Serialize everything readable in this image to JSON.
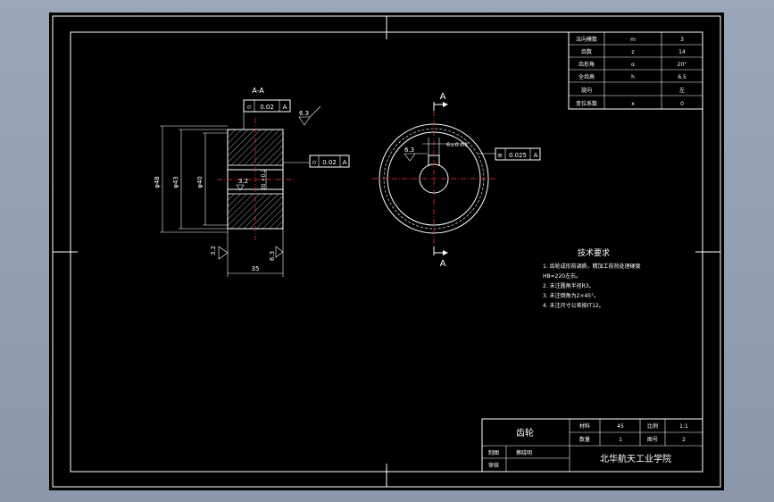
{
  "params_table": [
    {
      "name": "法向模数",
      "symbol": "m",
      "value": "3"
    },
    {
      "name": "齿数",
      "symbol": "z",
      "value": "14"
    },
    {
      "name": "齿形角",
      "symbol": "α",
      "value": "20°"
    },
    {
      "name": "全齿高",
      "symbol": "h",
      "value": "6.5"
    },
    {
      "name": "旋向",
      "symbol": "",
      "value": "左"
    },
    {
      "name": "变位系数",
      "symbol": "x",
      "value": "0"
    }
  ],
  "section_view": {
    "label": "A-A",
    "tol_top": {
      "symbol": "⌭",
      "value": "0.02",
      "datum": "A"
    },
    "tol_mid": {
      "symbol": "⌭",
      "value": "0.02",
      "datum": "A"
    },
    "roughness_top": "6.3",
    "roughness_inner": "3.2",
    "roughness_side": "6.3",
    "roughness_bottom": "3.2",
    "dim_outer": "φ48",
    "dim_root": "φ43",
    "dim_bore": "φ40",
    "dim_key": "20 +0.2",
    "dim_width": "35"
  },
  "front_view": {
    "cut_label_top": "A",
    "cut_label_bottom": "A",
    "keyway": "6±0.01",
    "roughness": "6.3",
    "tol": {
      "symbol": "≡",
      "value": "0.025",
      "datum": "A"
    }
  },
  "tech_requirements": {
    "title": "技术要求",
    "items": [
      "1. 齿轮成形前调质，精加工前热处理硬度",
      "   HB=220左右。",
      "2. 未注圆角半径R3。",
      "3. 未注倒角为2×45°。",
      "4. 未注尺寸公差按IT12。"
    ]
  },
  "title_block": {
    "part_name": "齿轮",
    "material_label": "材料",
    "material_value": "45",
    "scale_label": "比例",
    "scale_value": "1:1",
    "qty_label": "数量",
    "qty_value": "1",
    "sheet_label": "图号",
    "sheet_value": "2",
    "drawn_label": "制图",
    "drawn_value": "蔡晓明",
    "check_label": "审核",
    "school": "北华航天工业学院"
  }
}
